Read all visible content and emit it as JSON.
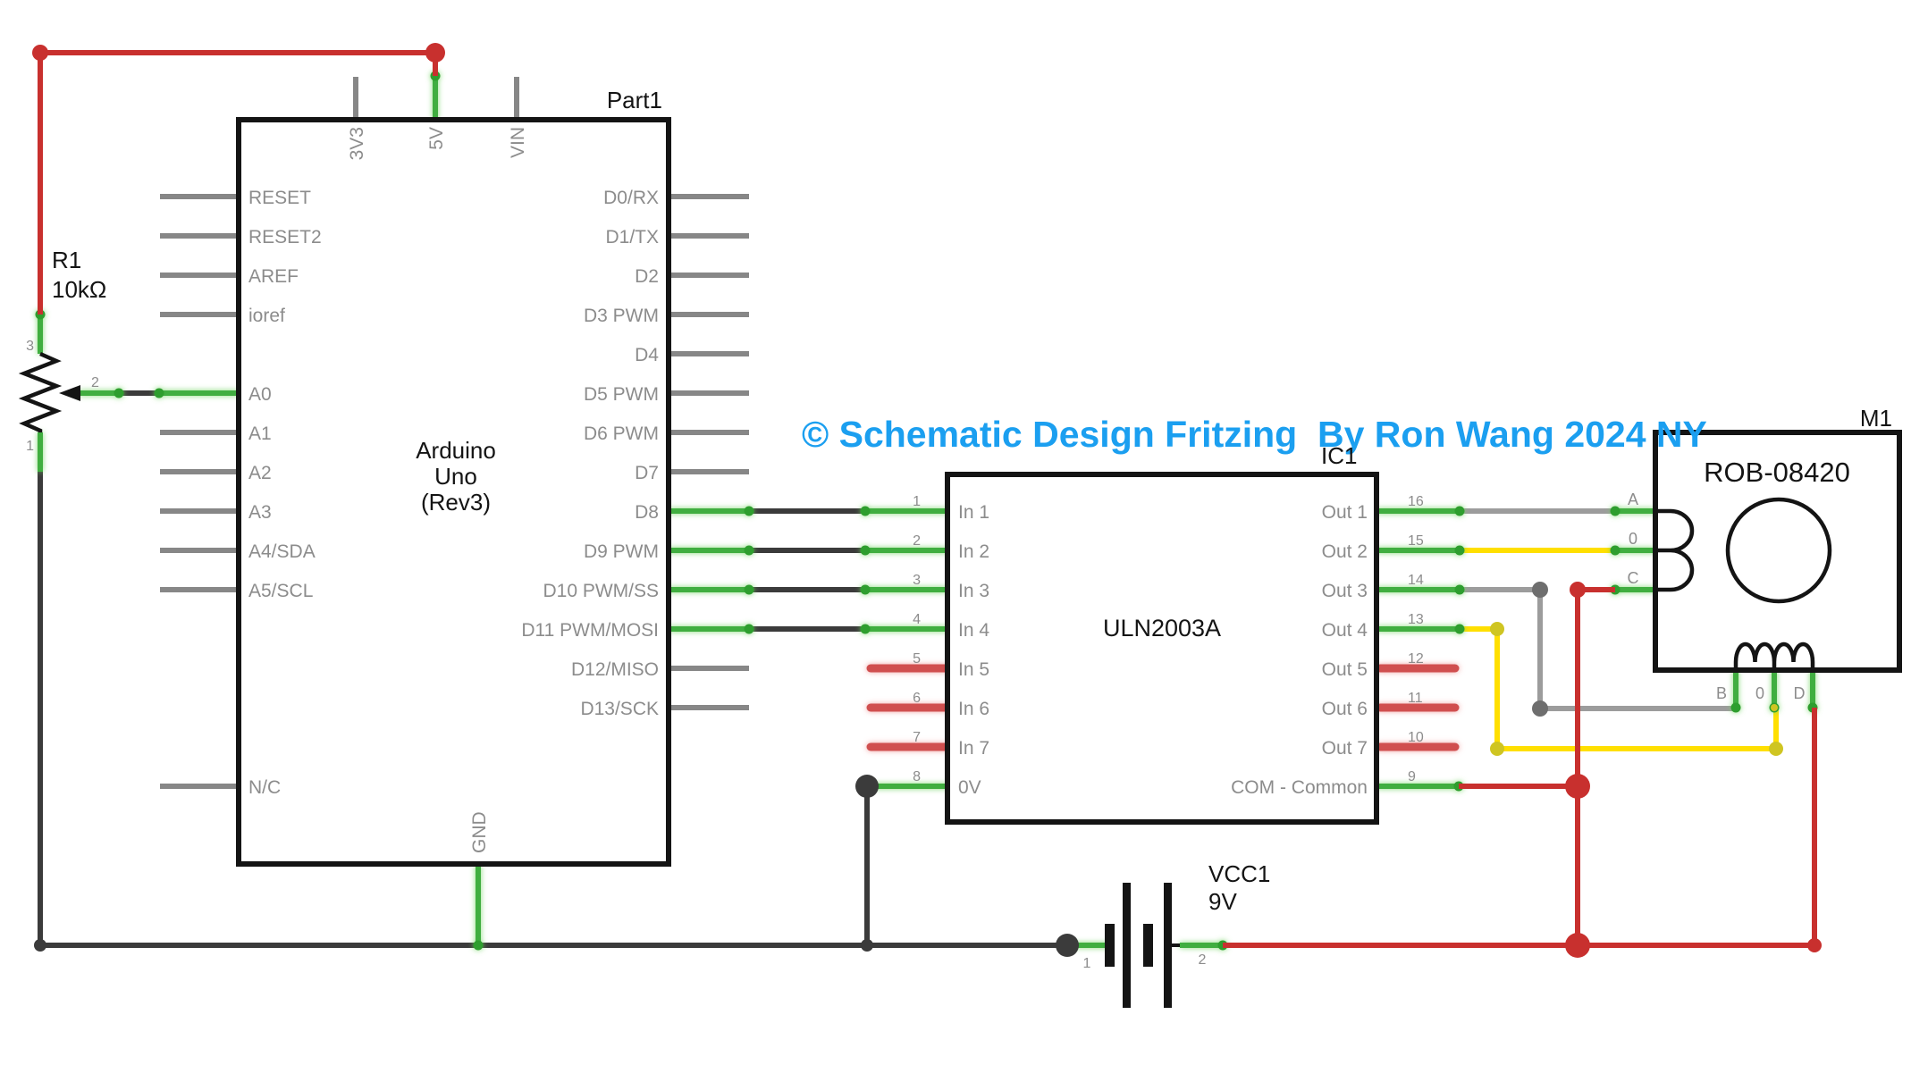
{
  "title": {
    "text": "© Schematic Design Fritzing  By Ron Wang 2024 NY",
    "color": "#1b9ff0"
  },
  "parts": {
    "arduino": {
      "designator": "Part1",
      "name_lines": [
        "Arduino",
        "Uno",
        "(Rev3)"
      ],
      "top_pins": [
        "3V3",
        "5V",
        "VIN"
      ],
      "left_pins": [
        "RESET",
        "RESET2",
        "AREF",
        "ioref",
        "A0",
        "A1",
        "A2",
        "A3",
        "A4/SDA",
        "A5/SCL",
        "N/C"
      ],
      "right_pins": [
        "D0/RX",
        "D1/TX",
        "D2",
        "D3 PWM",
        "D4",
        "D5 PWM",
        "D6 PWM",
        "D7",
        "D8",
        "D9 PWM",
        "D10 PWM/SS",
        "D11 PWM/MOSI",
        "D12/MISO",
        "D13/SCK"
      ],
      "bottom_pins": [
        "GND"
      ]
    },
    "potentiometer": {
      "designator": "R1",
      "value": "10kΩ",
      "pin_numbers": [
        "3",
        "2",
        "1"
      ]
    },
    "driver": {
      "designator": "IC1",
      "name": "ULN2003A",
      "left_pin_numbers": [
        "1",
        "2",
        "3",
        "4",
        "5",
        "6",
        "7",
        "8"
      ],
      "left_pin_labels": [
        "In 1",
        "In 2",
        "In 3",
        "In 4",
        "In 5",
        "In 6",
        "In 7",
        "0V"
      ],
      "right_pin_numbers": [
        "16",
        "15",
        "14",
        "13",
        "12",
        "11",
        "10",
        "9"
      ],
      "right_pin_labels": [
        "Out 1",
        "Out 2",
        "Out 3",
        "Out 4",
        "Out 5",
        "Out 6",
        "Out 7",
        "COM - Common"
      ]
    },
    "motor": {
      "designator": "M1",
      "name": "ROB-08420",
      "left_pin_labels": [
        "A",
        "0",
        "C"
      ],
      "bottom_pin_labels": [
        "B",
        "0",
        "D"
      ]
    },
    "battery": {
      "designator": "VCC1",
      "value": "9V",
      "pin_numbers": [
        "1",
        "2"
      ]
    }
  },
  "colors": {
    "wire_connected_green": "#3fae3f",
    "wire_power_red": "#c8302e",
    "wire_ground_dark": "#3b3b3b",
    "wire_signal_gray": "#9c9c9c",
    "wire_signal_yellow": "#ffdf00",
    "unconnected_pin_red": "#d05050",
    "pin_gray": "#878787",
    "label_gray": "#8c8c8c",
    "part_black": "#141414",
    "title_blue": "#1b9ff0"
  }
}
